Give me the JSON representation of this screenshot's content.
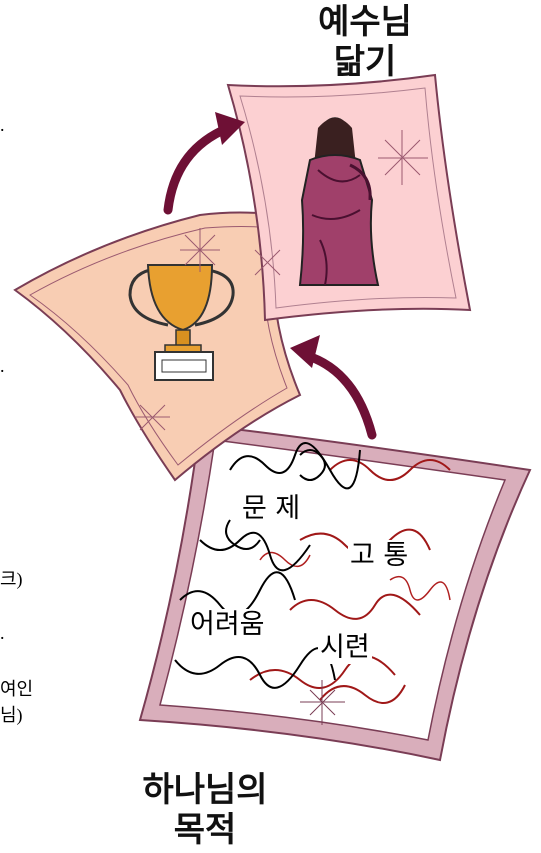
{
  "titles": {
    "jesus_line1": "예수님",
    "jesus_line2": "닮기",
    "god_line1": "하나님의",
    "god_line2": "목적"
  },
  "hardships": [
    "문 제",
    "고 통",
    "어려움",
    "시련"
  ],
  "left_edge_text": [
    ".",
    ".",
    "크)",
    ".",
    "여인",
    "님)"
  ],
  "colors": {
    "top_card": "#fcd0d2",
    "middle_card": "#f8cdb3",
    "bottom_card": "#ffffff",
    "frame_edge": "#b78797",
    "arrow": "#6e1035",
    "trophy_gold": "#e8a030",
    "figure_robe": "#a0406a",
    "red_scribble": "#a01818"
  }
}
